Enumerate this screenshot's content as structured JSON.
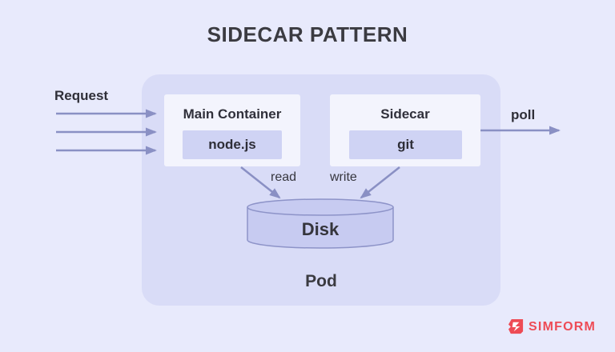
{
  "title": "SIDECAR PATTERN",
  "pod": {
    "label": "Pod",
    "main_container": {
      "title": "Main Container",
      "tech": "node.js"
    },
    "sidecar": {
      "title": "Sidecar",
      "tech": "git"
    }
  },
  "disk": {
    "label": "Disk"
  },
  "arrows": {
    "request_label": "Request",
    "poll_label": "poll",
    "read_label": "read",
    "write_label": "write"
  },
  "branding": {
    "logo_text": "SIMFORM"
  },
  "colors": {
    "background": "#e8eafc",
    "pod_fill": "#d9dcf7",
    "box_fill": "#f3f4fd",
    "chip_fill": "#cfd3f4",
    "disk_fill": "#c7cbf1",
    "disk_stroke": "#8d93c8",
    "arrow": "#8a90c4",
    "brand_red": "#ee4b55"
  }
}
